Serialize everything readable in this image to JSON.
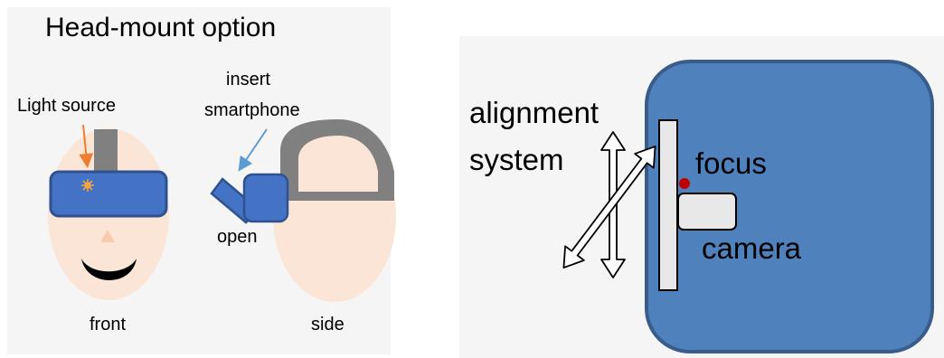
{
  "left_panel": {
    "title": "Head-mount option",
    "light_source_label": "Light source",
    "insert_label_line1": "insert",
    "insert_label_line2": "smartphone",
    "open_label": "open",
    "front_label": "front",
    "side_label": "side"
  },
  "right_panel": {
    "alignment_line1": "alignment",
    "alignment_line2": "system",
    "focus_label": "focus",
    "camera_label": "camera"
  },
  "colors": {
    "face": "#fbe5d6",
    "headband_blue": "#4472c4",
    "headband_border": "#2f528f",
    "gray_strap": "#808080",
    "arrow_orange": "#ed7d31",
    "arrow_blue": "#5b9bd5",
    "device_blue": "#4f81bd",
    "device_border": "#385d8a",
    "focus_dot": "#c00000"
  }
}
